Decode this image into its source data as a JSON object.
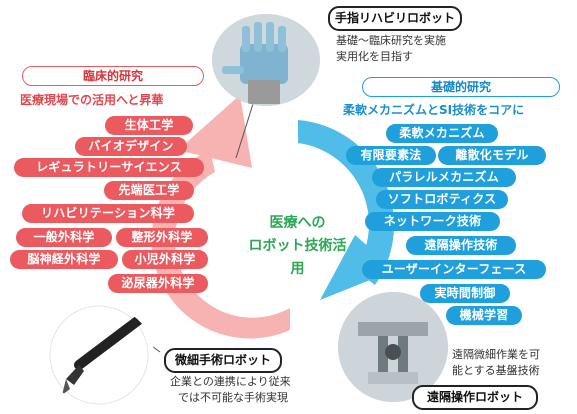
{
  "center": {
    "line1": "医療への",
    "line2": "ロボット技術活用"
  },
  "clinical": {
    "heading": "臨床的研究",
    "subtitle": "医療現場での活用へと昇華",
    "items": [
      "生体工学",
      "バイオデザイン",
      "レギュラトリーサイエンス",
      "先端医工学",
      "リハビリテーション科学",
      "一般外科学",
      "整形外科学",
      "脳神経外科学",
      "小児外科学",
      "泌尿器外科学"
    ]
  },
  "basic": {
    "heading": "基礎的研究",
    "subtitle": "柔軟メカニズムとSI技術をコアに",
    "items": [
      "柔軟メカニズム",
      "有限要素法",
      "離散化モデル",
      "パラレルメカニズム",
      "ソフトロボティクス",
      "ネットワーク技術",
      "遠隔操作技術",
      "ユーザーインターフェース",
      "実時間制御",
      "機械学習"
    ]
  },
  "finger_robot": {
    "title": "手指リハビリロボット",
    "desc1": "基礎〜臨床研究を実施",
    "desc2": "実用化を目指す"
  },
  "micro_robot": {
    "title": "微細手術ロボット",
    "desc1": "企業との連携により従来",
    "desc2": "では不可能な手術実現"
  },
  "remote_robot": {
    "title": "遠隔操作ロボット",
    "desc1": "遠隔微細作業を可",
    "desc2": "能とする基盤技術"
  },
  "colors": {
    "red": "#ea5a5f",
    "red_arrow": "#f6b3b1",
    "blue": "#1f9fdc",
    "blue_arrow": "#4fbde8",
    "green": "#2aa852"
  },
  "icons": [
    "robot-hand-photo",
    "surgical-instrument-photo",
    "remote-manipulator-photo"
  ]
}
